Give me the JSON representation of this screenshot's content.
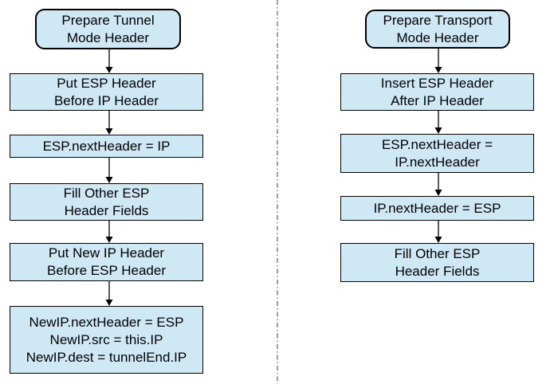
{
  "diagram": {
    "background": "#ffffff",
    "colors": {
      "node_fill": "#cfe8f6",
      "node_border": "#000000",
      "text": "#000000",
      "arrow": "#000000",
      "divider": "#6e6e6e"
    },
    "columns": {
      "tunnel": {
        "nodes": [
          {
            "type": "terminator",
            "lines": [
              "Prepare Tunnel",
              "Mode Header"
            ]
          },
          {
            "type": "process",
            "lines": [
              "Put ESP Header",
              "Before IP Header"
            ]
          },
          {
            "type": "process",
            "lines": [
              "ESP.nextHeader = IP"
            ]
          },
          {
            "type": "process",
            "lines": [
              "Fill Other ESP",
              "Header Fields"
            ]
          },
          {
            "type": "process",
            "lines": [
              "Put New IP Header",
              "Before ESP Header"
            ]
          },
          {
            "type": "process",
            "lines": [
              "NewIP.nextHeader = ESP",
              "NewIP.src = this.IP",
              "NewIP.dest = tunnelEnd.IP"
            ]
          }
        ]
      },
      "transport": {
        "nodes": [
          {
            "type": "terminator",
            "lines": [
              "Prepare Transport",
              "Mode Header"
            ]
          },
          {
            "type": "process",
            "lines": [
              "Insert ESP Header",
              "After IP Header"
            ]
          },
          {
            "type": "process",
            "lines": [
              "ESP.nextHeader =",
              "IP.nextHeader"
            ]
          },
          {
            "type": "process",
            "lines": [
              "IP.nextHeader = ESP"
            ]
          },
          {
            "type": "process",
            "lines": [
              "Fill Other ESP",
              "Header Fields"
            ]
          }
        ]
      }
    }
  }
}
